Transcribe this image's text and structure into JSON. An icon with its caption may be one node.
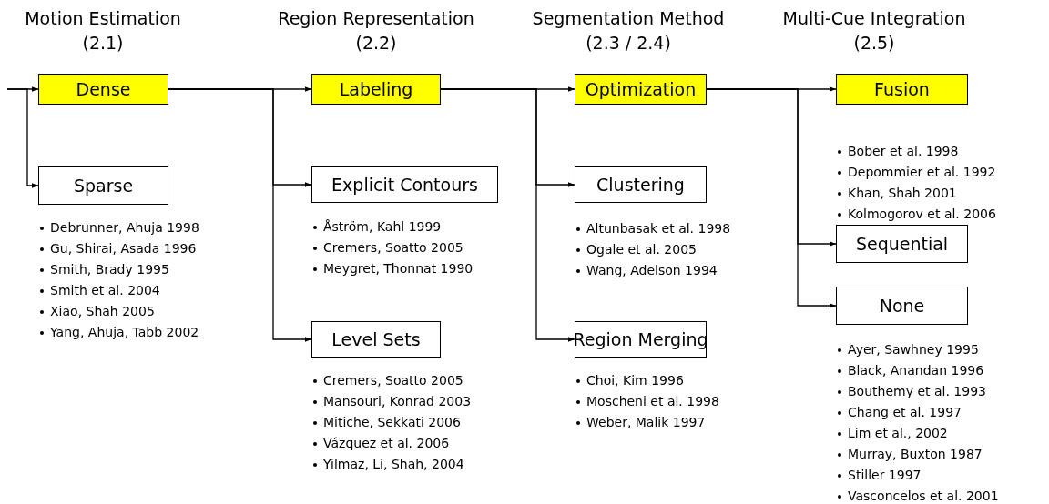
{
  "diagram": {
    "nodes": [
      {
        "text": [
          "Dense"
        ]
      },
      {
        "text": [
          "Sparse"
        ],
        "beside": [
          "Debrunner, Ahuja 1998",
          "Gu, Shirai, Asada 1996",
          "Smith, Brady 1995",
          "Smith et al. 2004",
          "Xiao, Shah 2005",
          "Yang, Ahuja, Tabb 2002"
        ]
      },
      {
        "text": [
          "Labeling"
        ]
      },
      {
        "text": [
          "Explicit Contours"
        ],
        "beside": [
          "Åström, Kahl 1999",
          "Cremers, Soatto 2005",
          "Meygret, Thonnat 1990"
        ]
      },
      {
        "text": [
          "Level Sets"
        ],
        "beside": [
          "Cremers, Soatto 2005",
          "Mansouri, Konrad 2003",
          "Mitiche, Sekkati 2006",
          "Vázquez et al. 2006",
          "Yilmaz, Li, Shah, 2004"
        ]
      },
      {
        "text": [
          "Optimization"
        ]
      },
      {
        "text": [
          "Clustering"
        ],
        "beside": [
          "Altunbasak et al. 1998",
          "Ogale et al. 2005",
          "Wang, Adelson 1994"
        ]
      },
      {
        "text": [
          "Region Merging"
        ],
        "beside": [
          "Choi, Kim 1996",
          "Moscheni et al. 1998",
          "Weber, Malik 1997"
        ]
      },
      {
        "text": [
          "Fusion"
        ],
        "beside": [
          "Bober et al. 1998",
          "Depommier et al. 1992",
          "Khan, Shah 2001",
          "Kolmogorov et al. 2006"
        ]
      },
      {
        "text": [
          "Sequential"
        ]
      },
      {
        "text": [
          "None"
        ],
        "beside": [
          "Ayer, Sawhney 1995",
          "Black, Anandan 1996",
          "Bouthemy et al. 1993",
          "Chang et al. 1997",
          "Lim et al., 2002",
          "Murray, Buxton 1987",
          "Stiller 1997",
          "Vasconcelos et al. 2001"
        ]
      }
    ],
    "edges": [
      {
        "from": null,
        "to": 0,
        "arrow": "to"
      },
      {
        "from": null,
        "to": 1,
        "arrow": "to"
      },
      {
        "from": 0,
        "to": 2,
        "arrow": "to"
      },
      {
        "from": 0,
        "to": 3,
        "arrow": "to"
      },
      {
        "from": 0,
        "to": 4,
        "arrow": "to"
      },
      {
        "from": 2,
        "to": 5,
        "arrow": "to"
      },
      {
        "from": 2,
        "to": 6,
        "arrow": "to"
      },
      {
        "from": 2,
        "to": 7,
        "arrow": "to"
      },
      {
        "from": 5,
        "to": 8,
        "arrow": "to"
      },
      {
        "from": 5,
        "to": 9,
        "arrow": "to"
      },
      {
        "from": 5,
        "to": 10,
        "arrow": "to"
      }
    ],
    "labels": [
      "Motion Estimation (2.1)",
      "Region Representation (2.2)",
      "Segmentation Method (2.3 / 2.4)",
      "Multi-Cue Integration (2.5)"
    ]
  }
}
